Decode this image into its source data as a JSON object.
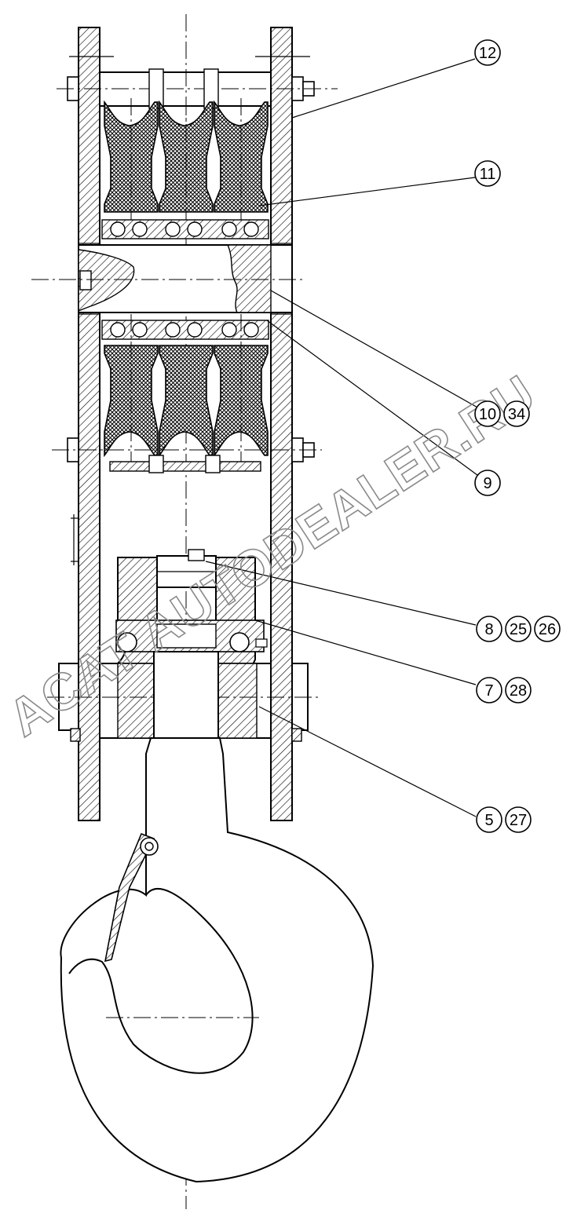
{
  "watermark": "ACAT AUTODEALER.RU",
  "callouts": [
    {
      "id": "c12",
      "label": "12"
    },
    {
      "id": "c11",
      "label": "11"
    },
    {
      "id": "c10",
      "label": "10"
    },
    {
      "id": "c34",
      "label": "34"
    },
    {
      "id": "c9",
      "label": "9"
    },
    {
      "id": "c8",
      "label": "8"
    },
    {
      "id": "c25",
      "label": "25"
    },
    {
      "id": "c26",
      "label": "26"
    },
    {
      "id": "c7",
      "label": "7"
    },
    {
      "id": "c28",
      "label": "28"
    },
    {
      "id": "c5",
      "label": "5"
    },
    {
      "id": "c27",
      "label": "27"
    }
  ],
  "colors": {
    "ink": "#000000",
    "background": "#ffffff",
    "watermark": "#8a8a8a"
  }
}
